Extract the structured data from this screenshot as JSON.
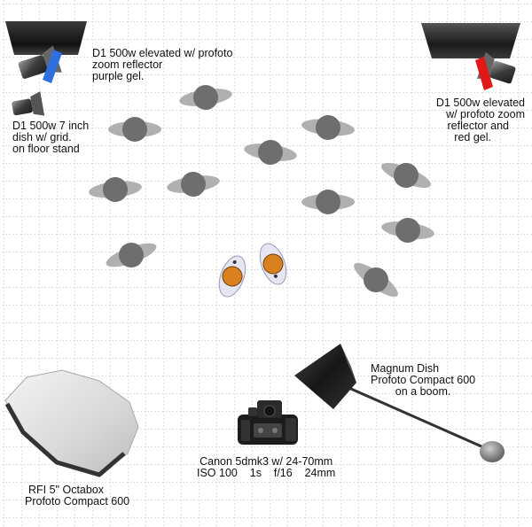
{
  "lights": {
    "top_left": {
      "lines": [
        "D1 500w elevated w/ profoto",
        "zoom reflector",
        "purple gel."
      ],
      "gel_color": "#2f6fe0"
    },
    "left_dish": {
      "lines": [
        "D1 500w 7 inch",
        "dish w/ grid.",
        "on floor stand"
      ]
    },
    "top_right": {
      "lines": [
        "D1 500w elevated",
        "w/ profoto zoom",
        "reflector and",
        "red gel."
      ],
      "gel_color": "#e01818"
    },
    "magnum": {
      "lines": [
        "Magnum Dish",
        "Profoto Compact 600",
        "on a boom."
      ]
    },
    "octabox": {
      "lines": [
        "RFI  5\" Octabox",
        "Profoto Compact 600"
      ]
    }
  },
  "camera": {
    "lines": [
      "Canon 5dmk3 w/ 24-70mm",
      "ISO 100    1s    f/16    24mm"
    ]
  },
  "subject_color": "#d9811e"
}
